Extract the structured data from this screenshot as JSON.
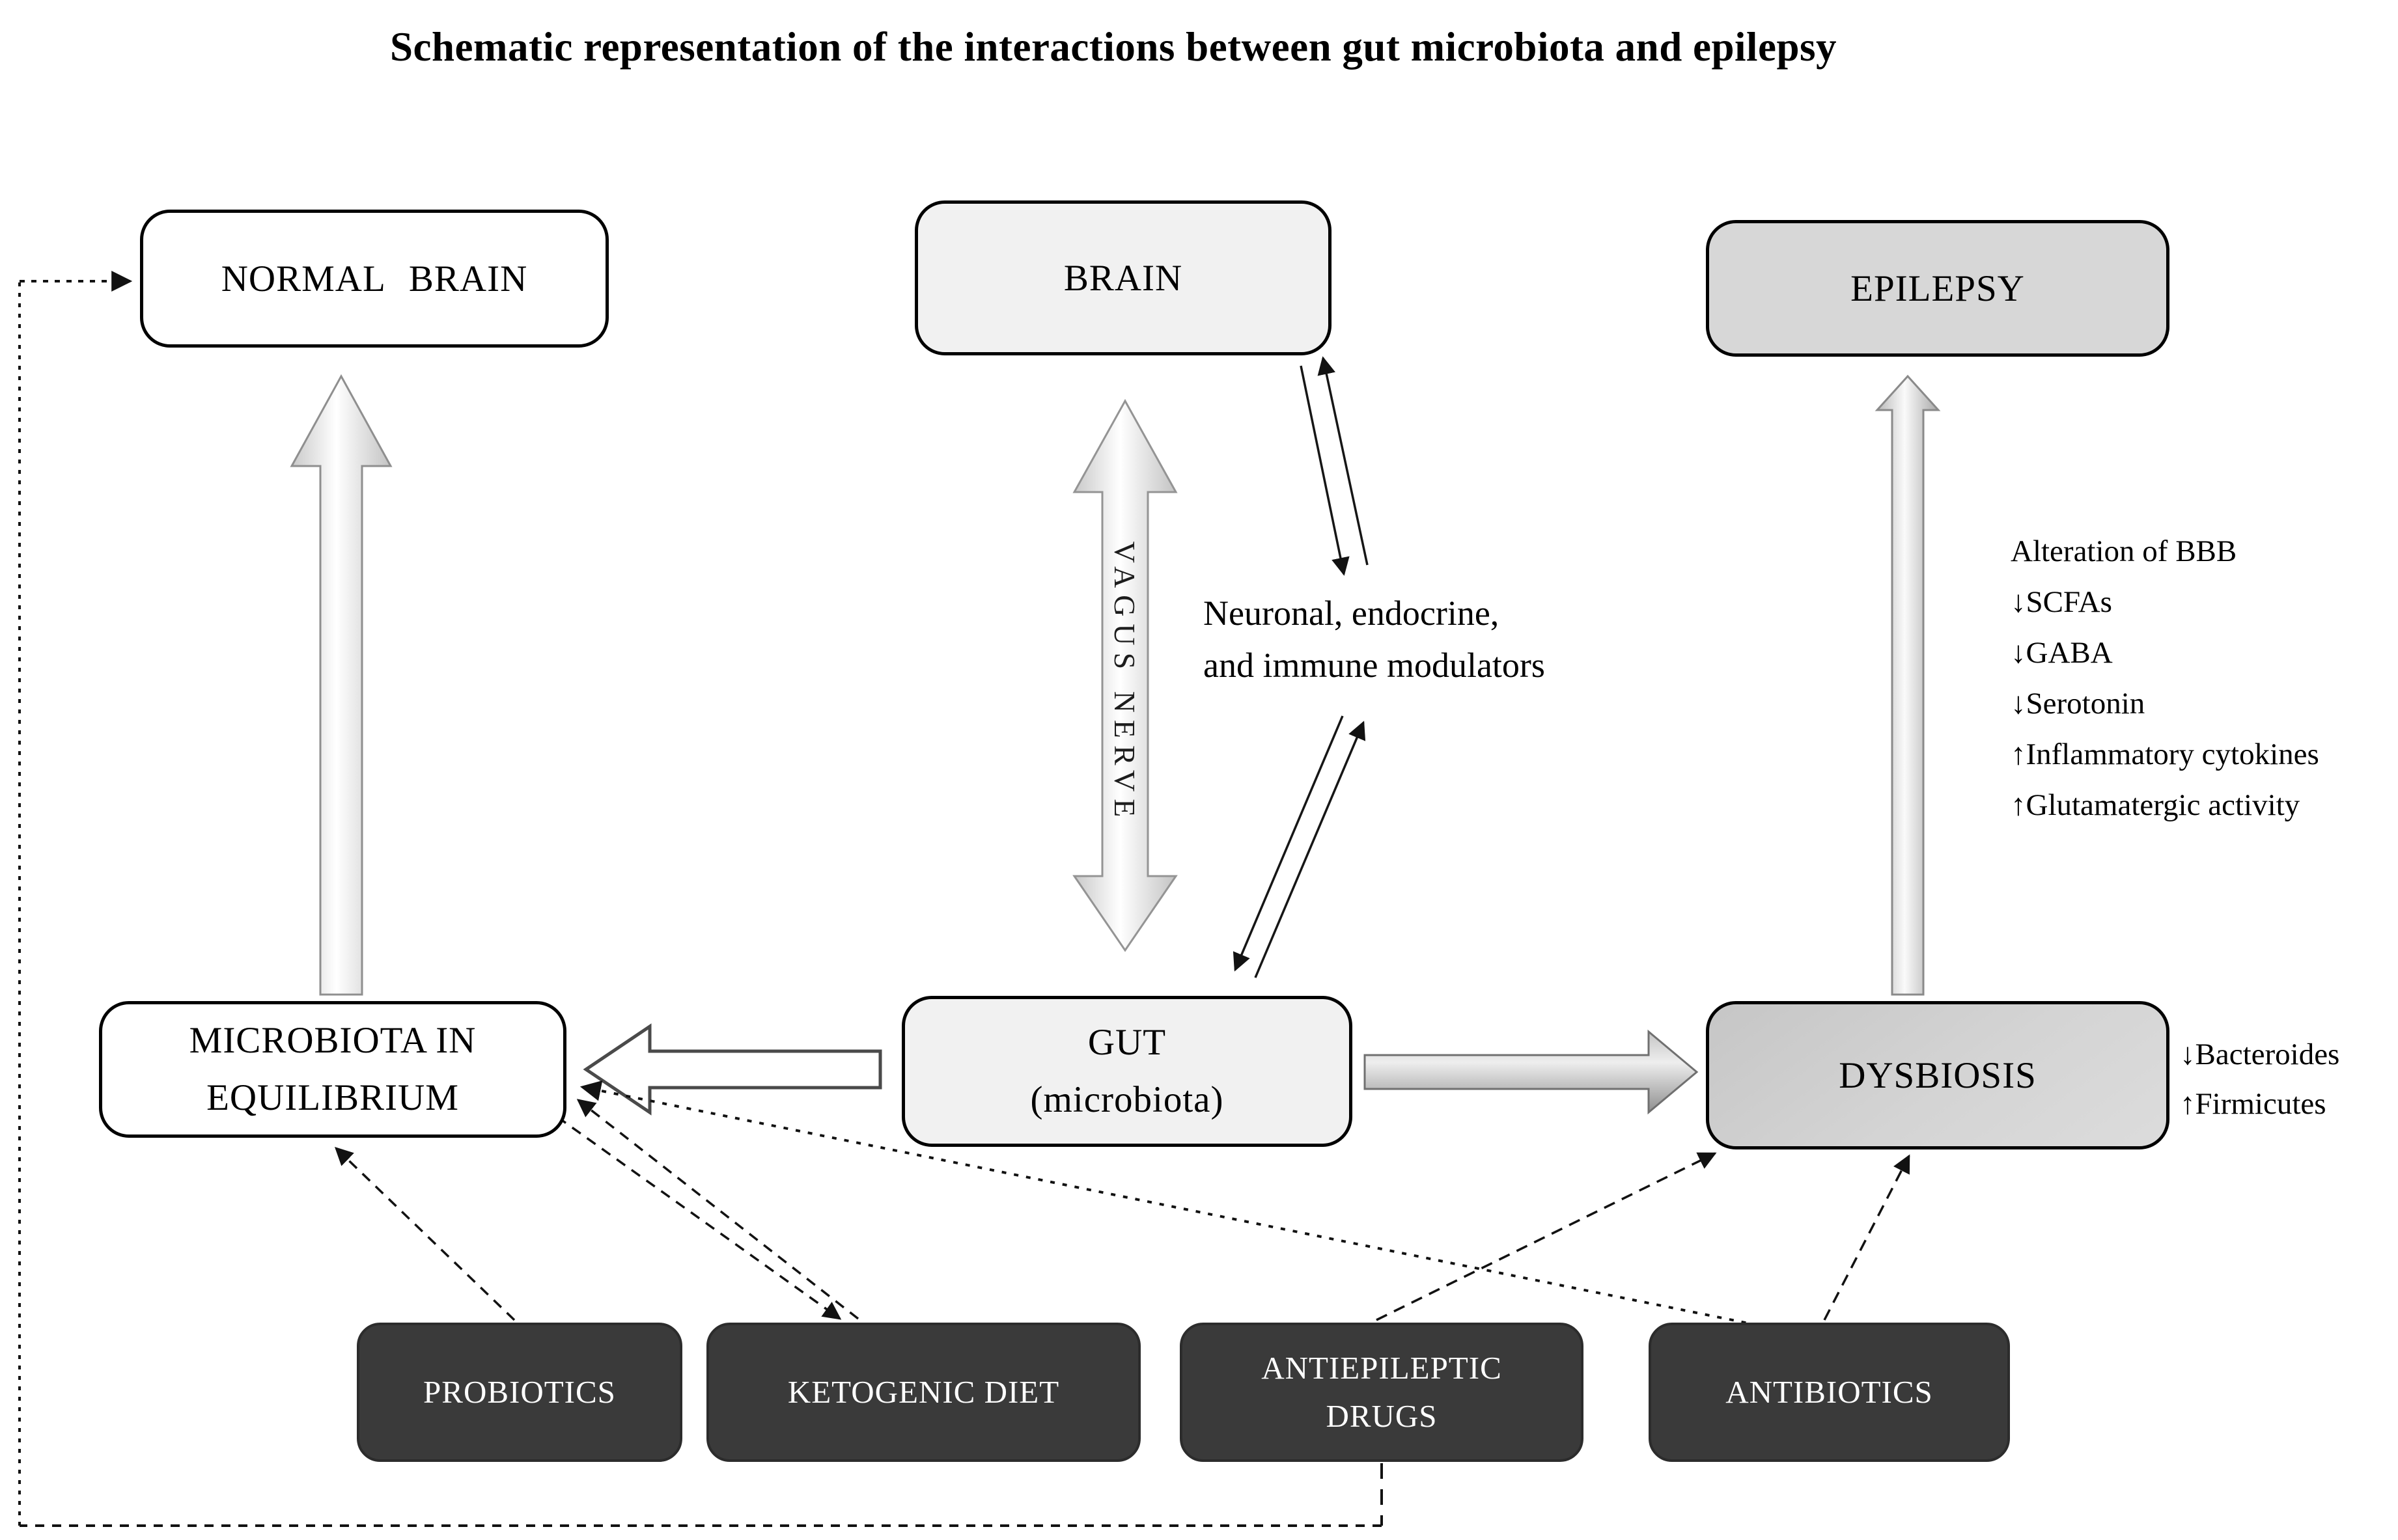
{
  "title": "Schematic representation of the interactions between gut microbiota and epilepsy",
  "boxes": {
    "normal_brain": {
      "label": "NORMAL BRAIN"
    },
    "brain": {
      "label": "BRAIN"
    },
    "epilepsy": {
      "label": "EPILEPSY"
    },
    "microbiota_equilibrium": {
      "line1": "MICROBIOTA IN",
      "line2": "EQUILIBRIUM"
    },
    "gut": {
      "line1": "GUT",
      "line2": "(microbiota)"
    },
    "dysbiosis": {
      "label": "DYSBIOSIS"
    },
    "probiotics": {
      "label": "PROBIOTICS"
    },
    "ketogenic_diet": {
      "label": "KETOGENIC DIET"
    },
    "antiepileptic_drugs": {
      "line1": "ANTIEPILEPTIC",
      "line2": "DRUGS"
    },
    "antibiotics": {
      "label": "ANTIBIOTICS"
    }
  },
  "annotations": {
    "vagus_nerve": "VAGUS NERVE",
    "modulators": {
      "line1": "Neuronal, endocrine,",
      "line2": "and immune modulators"
    },
    "epilepsy_effects": [
      "Alteration of BBB",
      "↓SCFAs",
      "↓GABA",
      "↓Serotonin",
      "↑Inflammatory cytokines",
      "↑Glutamatergic activity"
    ],
    "dysbiosis_effects": [
      "↓Bacteroides",
      "↑Firmicutes"
    ]
  },
  "colors": {
    "dark_box": "#3a3a3a",
    "light_box": "#f1f1f1",
    "medium_box": "#d7d7d7",
    "white_box": "#ffffff",
    "border": "#000000",
    "line": "#121212",
    "text_dark": "#000000",
    "text_light": "#ffffff"
  }
}
